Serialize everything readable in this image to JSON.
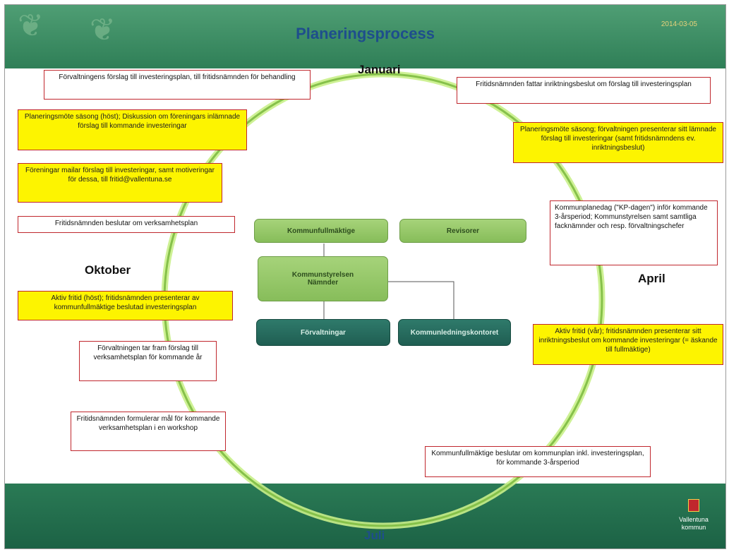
{
  "header": {
    "title": "Planeringsprocess",
    "date": "2014-03-05"
  },
  "months": {
    "january": "Januari",
    "april": "April",
    "july": "Juli",
    "october": "Oktober"
  },
  "steps": {
    "january_right": "Fritidsnämnden fattar inriktningsbeslut om förslag till investeringsplan",
    "planning_spring": "Planeringsmöte säsong; förvaltningen presenterar sitt lämnade förslag till investeringar (samt fritidsnämndens ev. inriktningsbeslut)",
    "kp_day": "Kommunplanedag (\"KP-dagen\") inför kommande 3-årsperiod; Kommunstyrelsen samt samtliga facknämnder och resp. förvaltningschefer",
    "active_spring": "Aktiv fritid (vår); fritidsnämnden presenterar sitt inriktningsbeslut om kommande investeringar (= äskande till fullmäktige)",
    "council_decision": "Kommunfullmäktige beslutar om kommunplan inkl. investeringsplan, för kommande 3-årsperiod",
    "workshop": "Fritidsnämnden formulerar mål för kommande verksamhetsplan i en workshop",
    "administration_proposal": "Förvaltningen tar fram förslag till verksamhetsplan för kommande år",
    "active_autumn": "Aktiv fritid (höst); fritidsnämnden presenterar av kommunfullmäktige beslutad investeringsplan",
    "operations_plan": "Fritidsnämnden beslutar om verksamhetsplan",
    "associations_mail": "Föreningar mailar förslag till investeringar, samt motiveringar för dessa, till fritid@vallentuna.se",
    "planning_autumn": "Planeringsmöte säsong (höst); Diskussion om föreningars inlämnade förslag till kommande investeringar",
    "admin_investment": "Förvaltningens förslag till investeringsplan, till fritidsnämnden för behandling"
  },
  "org": {
    "council": "Kommunfullmäktige",
    "auditors": "Revisorer",
    "board": "Kommunstyrelsen\nNämnder",
    "administrations": "Förvaltningar",
    "management_office": "Kommunledningskontoret"
  },
  "logo": {
    "line1": "Vallentuna",
    "line2": "kommun"
  },
  "colors": {
    "header": "#3a8a63",
    "ring": "#9fd15a",
    "yellow": "#fdf400",
    "box_border": "#c0272d",
    "title": "#1e4e8c"
  }
}
